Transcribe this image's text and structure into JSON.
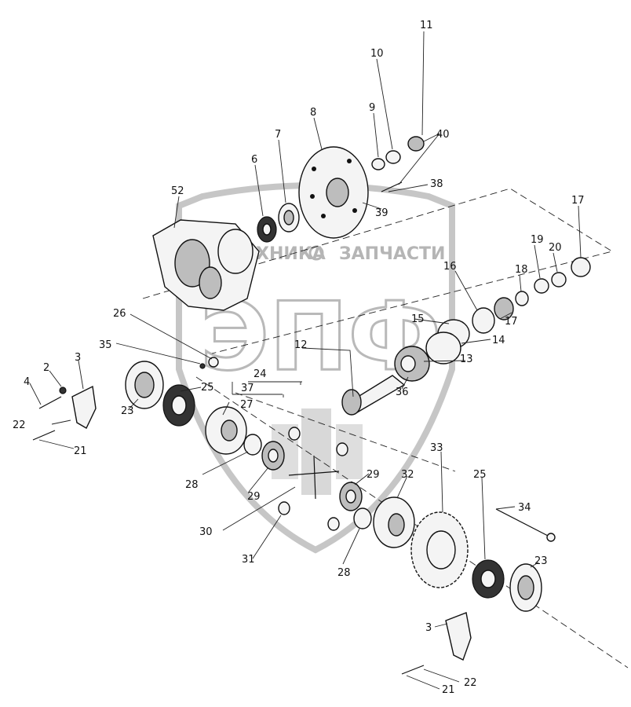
{
  "watermark": {
    "brand_left": "ТЕХНИКА",
    "brand_right": "ЗАПЧАСТИ",
    "monogram": "ЭПФ"
  },
  "callouts": [
    {
      "id": "c11",
      "text": "11"
    },
    {
      "id": "c10",
      "text": "10"
    },
    {
      "id": "c9",
      "text": "9"
    },
    {
      "id": "c40",
      "text": "40"
    },
    {
      "id": "c8",
      "text": "8"
    },
    {
      "id": "c7",
      "text": "7"
    },
    {
      "id": "c6",
      "text": "6"
    },
    {
      "id": "c38",
      "text": "38"
    },
    {
      "id": "c39",
      "text": "39"
    },
    {
      "id": "c52",
      "text": "52"
    },
    {
      "id": "c17a",
      "text": "17"
    },
    {
      "id": "c19",
      "text": "19"
    },
    {
      "id": "c20",
      "text": "20"
    },
    {
      "id": "c16",
      "text": "16"
    },
    {
      "id": "c18",
      "text": "18"
    },
    {
      "id": "c17b",
      "text": "17"
    },
    {
      "id": "c15",
      "text": "15"
    },
    {
      "id": "c14",
      "text": "14"
    },
    {
      "id": "c13",
      "text": "13"
    },
    {
      "id": "c12",
      "text": "12"
    },
    {
      "id": "c36",
      "text": "36"
    },
    {
      "id": "c26",
      "text": "26"
    },
    {
      "id": "c35",
      "text": "35"
    },
    {
      "id": "c24",
      "text": "24"
    },
    {
      "id": "c37",
      "text": "37"
    },
    {
      "id": "c25a",
      "text": "25"
    },
    {
      "id": "c27",
      "text": "27"
    },
    {
      "id": "c3a",
      "text": "3"
    },
    {
      "id": "c2",
      "text": "2"
    },
    {
      "id": "c4",
      "text": "4"
    },
    {
      "id": "c23a",
      "text": "23"
    },
    {
      "id": "c22a",
      "text": "22"
    },
    {
      "id": "c21a",
      "text": "21"
    },
    {
      "id": "c28a",
      "text": "28"
    },
    {
      "id": "c29a",
      "text": "29"
    },
    {
      "id": "c30",
      "text": "30"
    },
    {
      "id": "c31",
      "text": "31"
    },
    {
      "id": "c29b",
      "text": "29"
    },
    {
      "id": "c32",
      "text": "32"
    },
    {
      "id": "c28b",
      "text": "28"
    },
    {
      "id": "c33",
      "text": "33"
    },
    {
      "id": "c25b",
      "text": "25"
    },
    {
      "id": "c34",
      "text": "34"
    },
    {
      "id": "c23b",
      "text": "23"
    },
    {
      "id": "c3b",
      "text": "3"
    },
    {
      "id": "c22b",
      "text": "22"
    },
    {
      "id": "c21b",
      "text": "21"
    }
  ]
}
